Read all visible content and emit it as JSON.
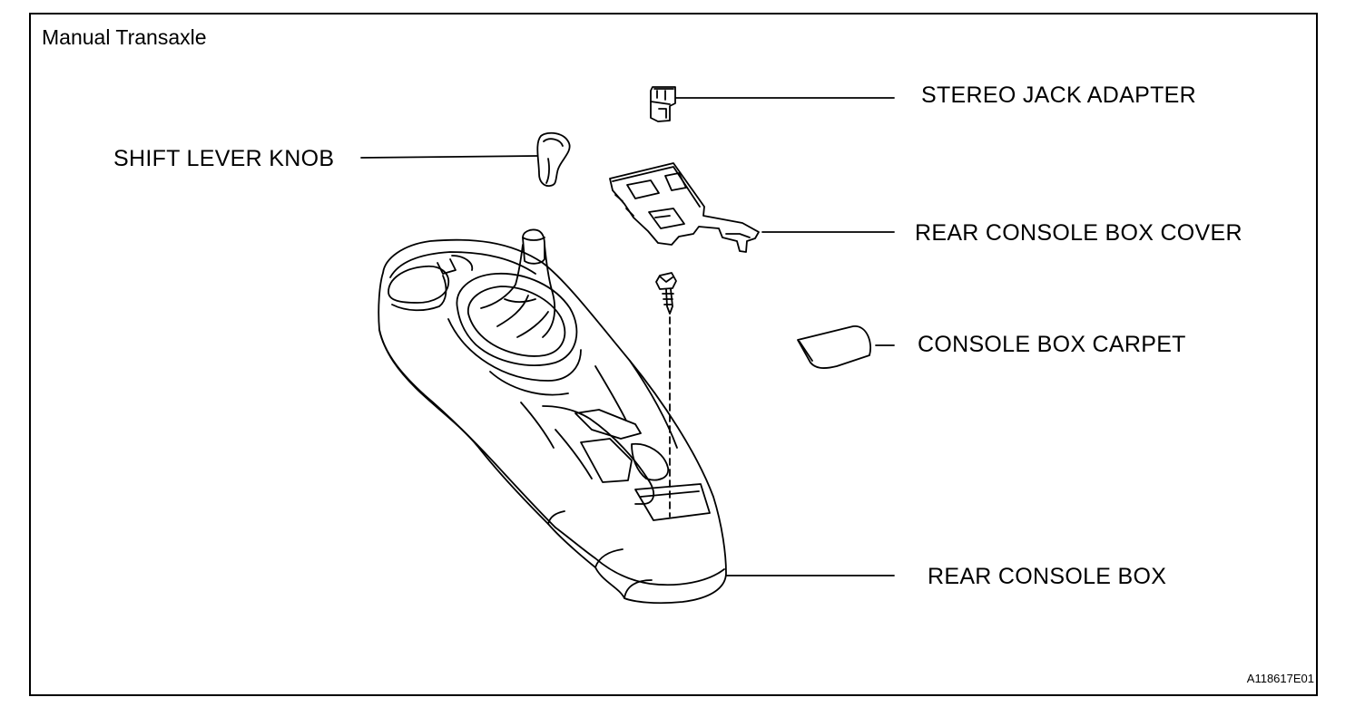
{
  "diagram": {
    "title": "Manual Transaxle",
    "figure_code": "A118617E01",
    "colors": {
      "line": "#000000",
      "background": "#ffffff"
    },
    "labels": {
      "stereo_jack_adapter": "STEREO JACK ADAPTER",
      "shift_lever_knob": "SHIFT LEVER KNOB",
      "rear_console_box_cover": "REAR CONSOLE BOX COVER",
      "console_box_carpet": "CONSOLE BOX CARPET",
      "rear_console_box": "REAR CONSOLE BOX"
    }
  }
}
